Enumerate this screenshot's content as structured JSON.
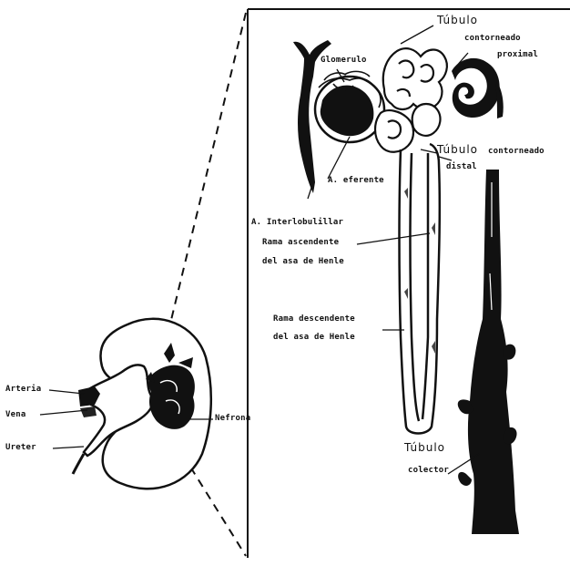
{
  "labels": {
    "arteria": "Arteria",
    "vena": "Vena",
    "ureter": "Ureter",
    "nefrona": "Nefrona",
    "glomerulo": "Glomerulo",
    "tubulo_proximal_1": "Túbulo",
    "tubulo_proximal_2": "contorneado",
    "tubulo_proximal_3": "proximal",
    "tubulo_distal_1": "Túbulo",
    "tubulo_distal_2": "contorneado",
    "tubulo_distal_3": "distal",
    "a_eferente": "A. eferente",
    "a_interlobulillar": "A. Interlobulillar",
    "rama_ascendente_1": "Rama ascendente",
    "rama_ascendente_2": "del asa de Henle",
    "rama_descendente_1": "Rama descendente",
    "rama_descendente_2": "del asa de Henle",
    "tubulo_colector_1": "Túbulo",
    "tubulo_colector_2": "colector"
  }
}
